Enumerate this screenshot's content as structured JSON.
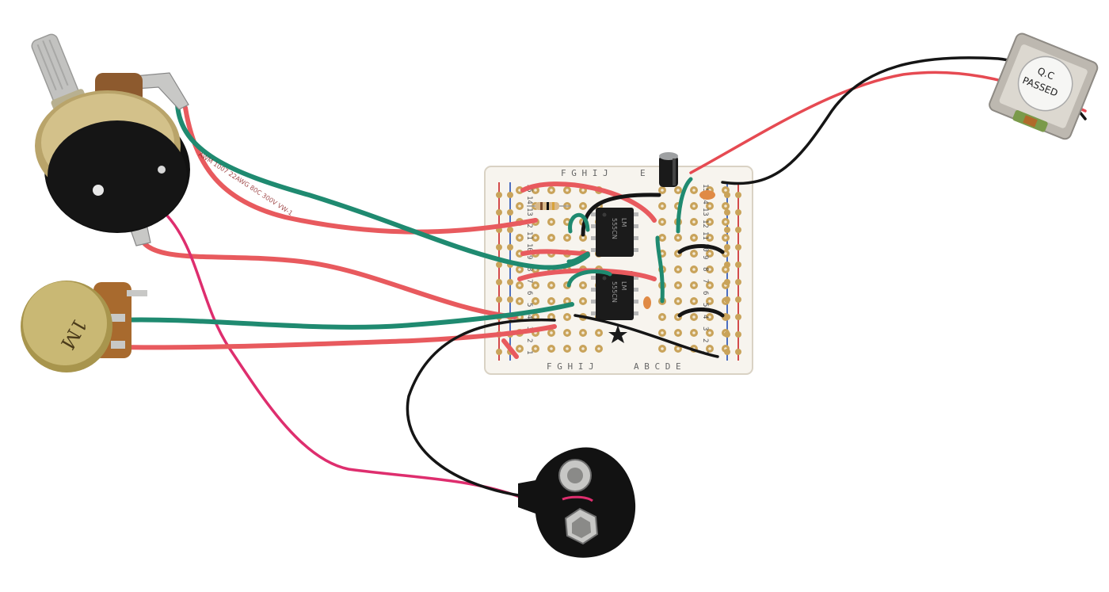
{
  "scene": {
    "background": "#ffffff",
    "colors": {
      "wire_red": "#e85a5e",
      "wire_green": "#1f8a70",
      "wire_black": "#151515",
      "wire_pink": "#de2e6e",
      "board": "#f7f4ee",
      "pad": "#c9a35a",
      "chip": "#1b1b1b",
      "pot_body": "#111111",
      "pot_brass": "#b9a46a",
      "trim_face": "#c9b874",
      "battery_clip": "#121212",
      "speaker": "#bdb8b0"
    }
  },
  "board": {
    "row_letters_top": "F G H I J",
    "row_letters_top_right": "E",
    "row_letters_bottom": "F G H I J",
    "row_letters_bottom_right": "A B C D E",
    "column_numbers": [
      "15",
      "14",
      "13",
      "12",
      "11",
      "10",
      "9",
      "8",
      "7",
      "6",
      "5",
      "4",
      "3",
      "2",
      "1"
    ]
  },
  "chips": {
    "upper": {
      "line1": "LM",
      "line2": "555CN"
    },
    "lower": {
      "line1": "LM",
      "line2": "555CN"
    }
  },
  "trim_pot": {
    "marking": "1M"
  },
  "speaker": {
    "marking_line1": "Q.C",
    "marking_line2": "PASSED"
  },
  "wire_print": {
    "text": "AWM 1007 22AWG 80C 300V VW-1"
  }
}
